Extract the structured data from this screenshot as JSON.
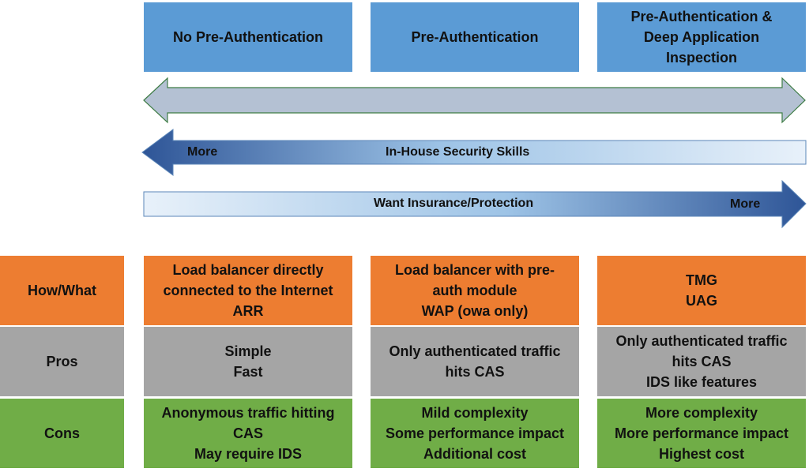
{
  "headers": [
    {
      "lines": [
        "No Pre-Authentication"
      ]
    },
    {
      "lines": [
        "Pre-Authentication"
      ]
    },
    {
      "lines": [
        "Pre-Authentication &",
        "Deep Application",
        "Inspection"
      ]
    }
  ],
  "arrows": {
    "skills": {
      "label": "In-House Security Skills",
      "end_label": "More"
    },
    "insurance": {
      "label": "Want Insurance/Protection",
      "end_label": "More"
    }
  },
  "rows": [
    {
      "label": "How/What",
      "cells": [
        {
          "lines": [
            "Load balancer directly",
            "connected to the Internet",
            "ARR"
          ]
        },
        {
          "lines": [
            "Load balancer with pre-",
            "auth module",
            "WAP (owa only)"
          ]
        },
        {
          "lines": [
            "TMG",
            "UAG"
          ]
        }
      ]
    },
    {
      "label": "Pros",
      "cells": [
        {
          "lines": [
            "Simple",
            "Fast"
          ]
        },
        {
          "lines": [
            "Only authenticated traffic",
            "hits CAS"
          ]
        },
        {
          "lines": [
            "Only authenticated traffic",
            "hits CAS",
            "IDS like features"
          ]
        }
      ]
    },
    {
      "label": "Cons",
      "cells": [
        {
          "lines": [
            "Anonymous traffic hitting",
            "CAS",
            "May require IDS"
          ]
        },
        {
          "lines": [
            "Mild complexity",
            "Some performance impact",
            "Additional cost"
          ]
        },
        {
          "lines": [
            "More complexity",
            "More performance impact",
            "Highest cost"
          ]
        }
      ]
    }
  ],
  "colors": {
    "header": "#5b9bd5",
    "how_row": "#ed7d31",
    "pros_row": "#a5a5a5",
    "cons_row": "#70ad47",
    "arrow_gray": "#b4c1d3",
    "arrow_dark_blue": "#2e5597",
    "arrow_light_blue": "#deebf7"
  }
}
